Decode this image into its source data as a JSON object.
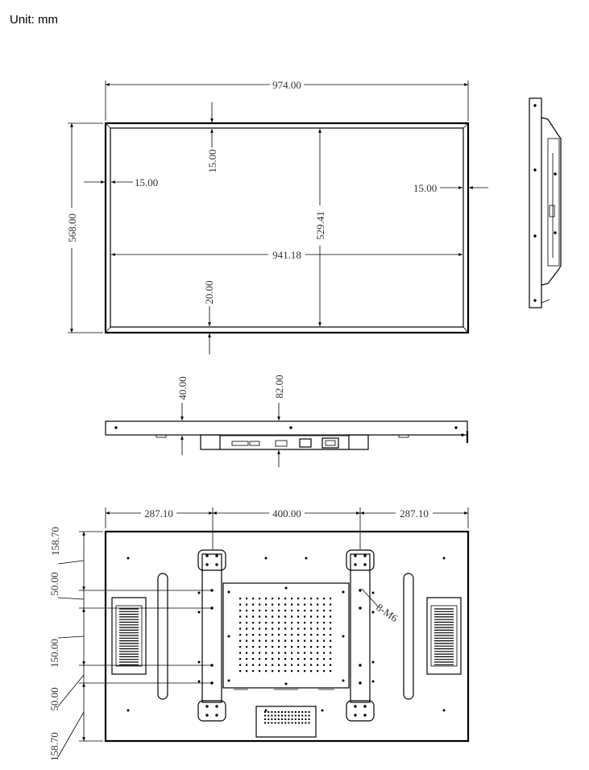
{
  "unit_label": "Unit: mm",
  "front_view": {
    "width": "974.00",
    "height": "568.00",
    "bezel_left": "15.00",
    "bezel_right": "15.00",
    "bezel_top": "15.00",
    "bezel_bottom": "20.00",
    "display_width": "941.18",
    "display_height": "529.41"
  },
  "top_view": {
    "thickness": "40.00",
    "total_depth": "82.00"
  },
  "rear_view": {
    "horizontal_dims": [
      "287.10",
      "400.00",
      "287.10"
    ],
    "vertical_dims": [
      "158.70",
      "50.00",
      "150.00",
      "50.00",
      "158.70"
    ],
    "mount_note": "8-M6"
  }
}
